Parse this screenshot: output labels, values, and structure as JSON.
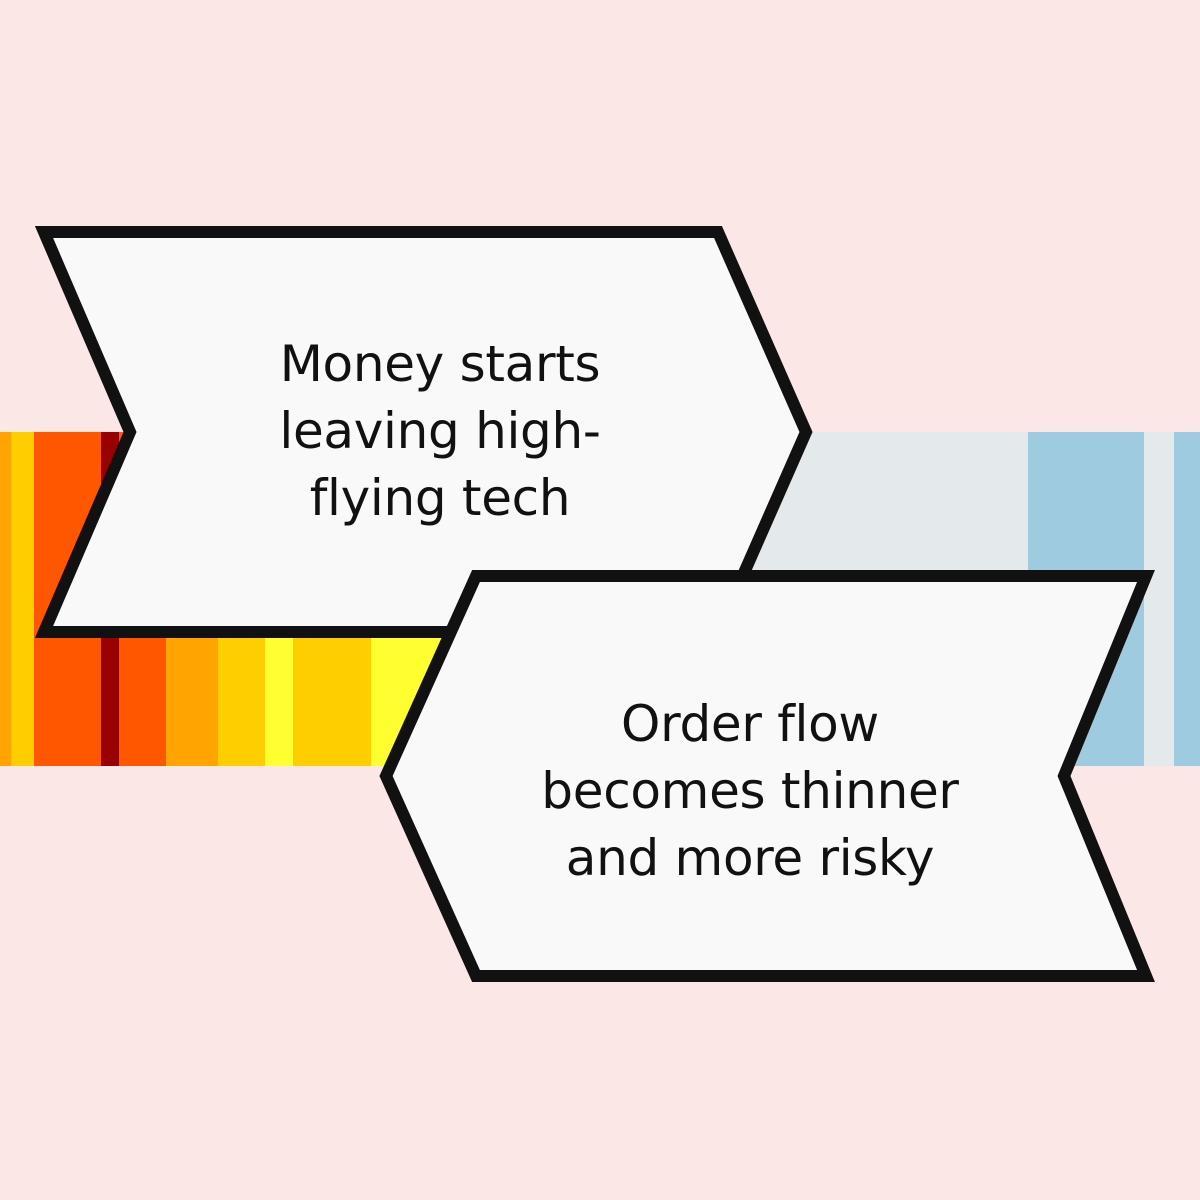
{
  "background_color": "#FCE7E7",
  "stripe_colors": [
    "#FFA400",
    "#FFCE00",
    "#FF5700",
    "#990000",
    "#FF5700",
    "#FFA400",
    "#FFCE00",
    "#FFFF2F",
    "#FFCE00",
    "#FFFF2F",
    "#FFFF2F",
    "#FFFF2F",
    "#FFCE00",
    "#FFFF2F",
    "#FFFF2F",
    "#FFFFCC",
    "#9ECBE0",
    "#E4E9EB",
    "#E4E9EB",
    "#9ECBE0",
    "#E4E9EB",
    "#9ECBE0"
  ],
  "arrow_fill": "#F9F9F9",
  "arrow_stroke": "#111111",
  "step_1": {
    "lines": [
      "Money starts",
      "leaving high-",
      "flying tech"
    ]
  },
  "step_2": {
    "lines": [
      "Order flow",
      "becomes thinner",
      "and more risky"
    ]
  }
}
